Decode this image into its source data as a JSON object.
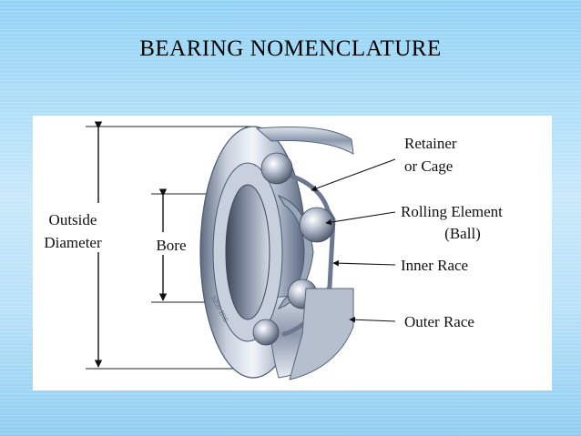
{
  "slide": {
    "title": "BEARING  NOMENCLATURE"
  },
  "diagram": {
    "labels": {
      "outside_diameter_line1": "Outside",
      "outside_diameter_line2": "Diameter",
      "bore": "Bore",
      "retainer_line1": "Retainer",
      "retainer_line2": "or Cage",
      "rolling_element_line1": "Rolling Element",
      "rolling_element_line2": "(Ball)",
      "inner_race": "Inner Race",
      "outer_race": "Outer Race"
    },
    "ring_text": "5200 2RS"
  },
  "colors": {
    "background_top": "#8fd3f7",
    "background_mid": "#c6e9fb",
    "panel": "#ffffff",
    "steel_dark": "#4a5870",
    "steel_light": "#e8edf5"
  }
}
